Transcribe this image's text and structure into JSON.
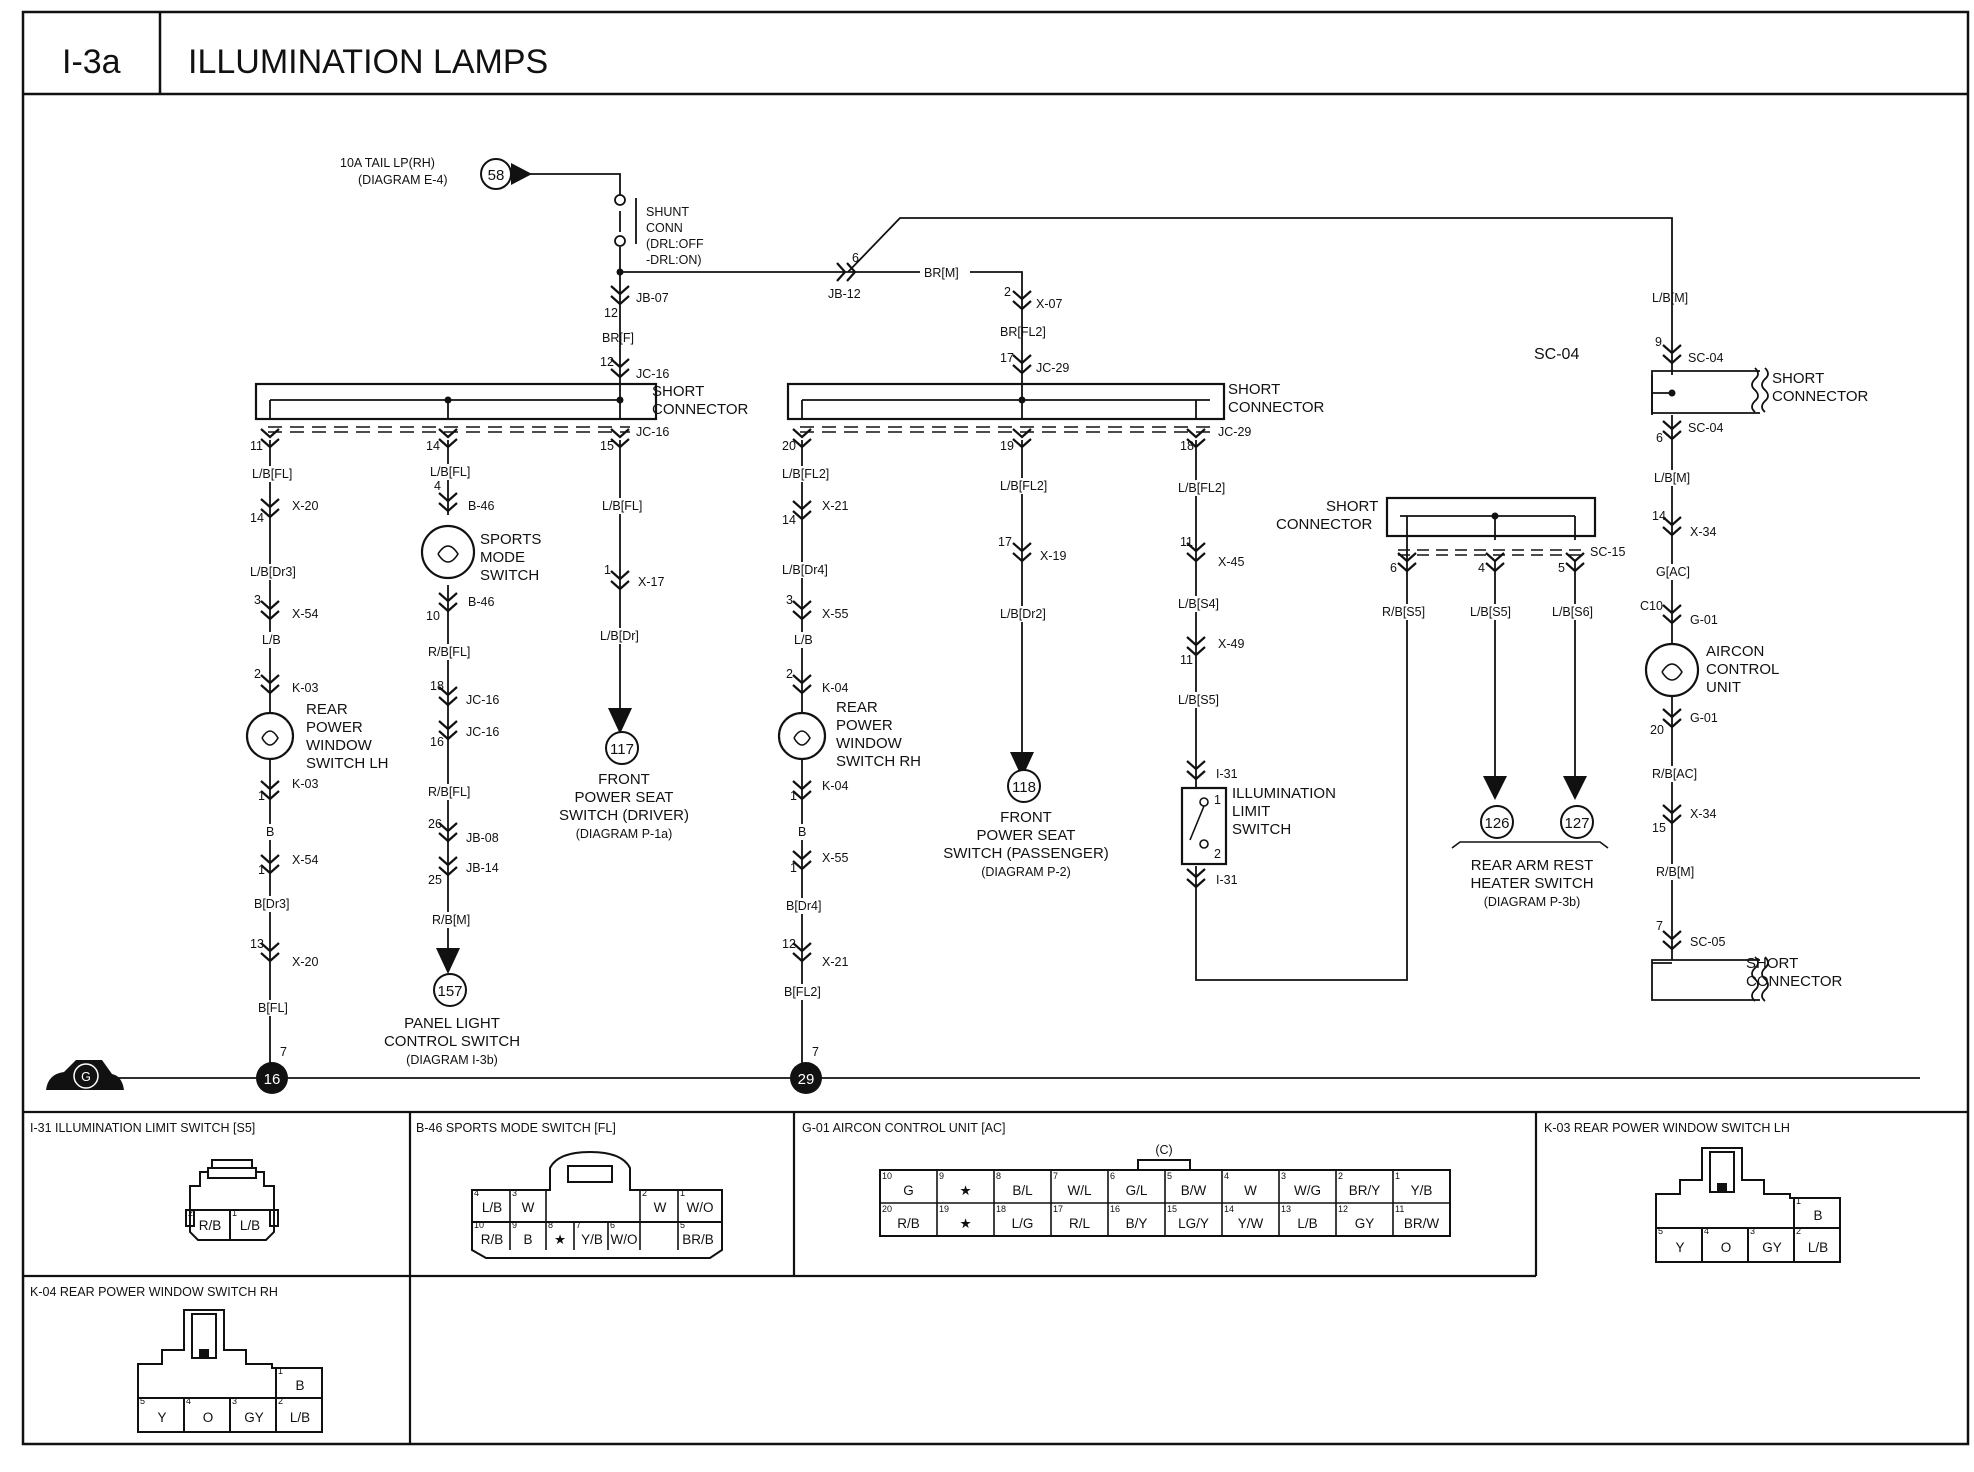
{
  "header": {
    "code": "I-3a",
    "title": "ILLUMINATION LAMPS"
  },
  "fuse": {
    "line1": "10A TAIL LP(RH)",
    "line2": "(DIAGRAM E-4)",
    "ref": "58"
  },
  "shunt": [
    "SHUNT",
    "CONN",
    "(DRL:OFF",
    "-DRL:ON)"
  ],
  "ground": {
    "label": "G"
  },
  "short_connector_label": "SHORT",
  "short_connector_label2": "CONNECTOR",
  "wires": {
    "jb07": "JB-07",
    "jb07_pin": "12",
    "brf": "BR[F]",
    "jc16": "JC-16",
    "jc16_pin": "12",
    "jb12": "JB-12",
    "jb12_pin": "6",
    "brm": "BR[M]",
    "x07": "X-07",
    "x07_pin": "2",
    "brfl2": "BR[FL2]",
    "jc29": "JC-29",
    "jc29_pin": "17",
    "lbm": "L/B[M]",
    "sc04": "SC-04",
    "sc04_pin_top": "9",
    "sc04_pin_bot": "6"
  },
  "col1": {
    "pin_top": "11",
    "w1": "L/B[FL]",
    "x20": "X-20",
    "x20_pin": "14",
    "w2": "L/B[Dr3]",
    "x54": "X-54",
    "x54_pin": "3",
    "w3": "L/B",
    "k03": "K-03",
    "k03_pin_top": "2",
    "device": [
      "REAR",
      "POWER",
      "WINDOW",
      "SWITCH LH"
    ],
    "k03_pin_bot": "1",
    "w4": "B",
    "x54b_pin": "1",
    "w5": "B[Dr3]",
    "x20b_pin": "13",
    "w6": "B[FL]",
    "ground_pin": "7",
    "ground_ref": "16"
  },
  "col2": {
    "pin_top": "14",
    "w1": "L/B[FL]",
    "b46": "B-46",
    "b46_pin_top": "4",
    "device": [
      "SPORTS",
      "MODE",
      "SWITCH"
    ],
    "b46_pin_bot": "10",
    "w2": "R/B[FL]",
    "jc16a": "JC-16",
    "jc16a_pin": "18",
    "jc16b": "JC-16",
    "jc16b_pin": "16",
    "w3": "R/B[FL]",
    "jb08": "JB-08",
    "jb08_pin": "26",
    "jb14": "JB-14",
    "jb14_pin": "25",
    "w4": "R/B[M]",
    "ref": "157",
    "dest": [
      "PANEL LIGHT",
      "CONTROL SWITCH",
      "(DIAGRAM I-3b)"
    ]
  },
  "col3": {
    "pin_top": "15",
    "jc16c": "JC-16",
    "w1": "L/B[FL]",
    "x17": "X-17",
    "x17_pin": "1",
    "w2": "L/B[Dr]",
    "ref": "117",
    "dest": [
      "FRONT",
      "POWER SEAT",
      "SWITCH (DRIVER)",
      "(DIAGRAM P-1a)"
    ]
  },
  "col4": {
    "pin_top": "20",
    "w1": "L/B[FL2]",
    "x21": "X-21",
    "x21_pin": "14",
    "w2": "L/B[Dr4]",
    "x55": "X-55",
    "x55_pin": "3",
    "w3": "L/B",
    "k04": "K-04",
    "k04_pin_top": "2",
    "device": [
      "REAR",
      "POWER",
      "WINDOW",
      "SWITCH RH"
    ],
    "k04_pin_bot": "1",
    "w4": "B",
    "x55b_pin": "1",
    "w5": "B[Dr4]",
    "x21b_pin": "12",
    "w6": "B[FL2]",
    "ground_pin": "7",
    "ground_ref": "29"
  },
  "col5": {
    "pin_top": "19",
    "w1": "L/B[FL2]",
    "x19": "X-19",
    "x19_pin": "17",
    "w2": "L/B[Dr2]",
    "ref": "118",
    "dest": [
      "FRONT",
      "POWER SEAT",
      "SWITCH (PASSENGER)",
      "(DIAGRAM P-2)"
    ]
  },
  "col6": {
    "pin_top": "18",
    "jc29b": "JC-29",
    "w1": "L/B[FL2]",
    "x45": "X-45",
    "x45_pin": "11",
    "w2": "L/B[S4]",
    "x49": "X-49",
    "x49_pin": "11",
    "w3": "L/B[S5]",
    "i31": "I-31",
    "i31b": "I-31",
    "pin1": "1",
    "pin2": "2",
    "device": [
      "ILLUMINATION",
      "LIMIT",
      "SWITCH"
    ]
  },
  "heater": {
    "sc15": "SC-15",
    "pin6": "6",
    "pin4": "4",
    "pin5": "5",
    "w6": "R/B[S5]",
    "w4": "L/B[S5]",
    "w5": "L/B[S6]",
    "ref1": "126",
    "ref2": "127",
    "dest": [
      "REAR ARM REST",
      "HEATER SWITCH",
      "(DIAGRAM P-3b)"
    ]
  },
  "col8": {
    "w1": "L/B[M]",
    "x34": "X-34",
    "x34_pin": "14",
    "w2": "G[AC]",
    "g01": "G-01",
    "g01_pin": "C10",
    "device": [
      "AIRCON",
      "CONTROL",
      "UNIT"
    ],
    "g01b": "G-01",
    "g01b_pin": "20",
    "w3": "R/B[AC]",
    "x34b": "X-34",
    "x34b_pin": "15",
    "w4": "R/B[M]",
    "sc05": "SC-05",
    "sc05_pin": "7"
  },
  "connectors": {
    "i31": {
      "title": "I-31 ILLUMINATION LIMIT SWITCH [S5]",
      "pins": [
        {
          "n": "2",
          "v": "R/B"
        },
        {
          "n": "1",
          "v": "L/B"
        }
      ]
    },
    "b46": {
      "title": "B-46 SPORTS MODE SWITCH [FL]",
      "row1": [
        {
          "n": "4",
          "v": "L/B"
        },
        {
          "n": "3",
          "v": "W"
        },
        {
          "n": "2",
          "v": "W"
        },
        {
          "n": "1",
          "v": "W/O"
        }
      ],
      "row2": [
        {
          "n": "10",
          "v": "R/B"
        },
        {
          "n": "9",
          "v": "B"
        },
        {
          "n": "8",
          "v": "★"
        },
        {
          "n": "7",
          "v": "Y/B"
        },
        {
          "n": "6",
          "v": "W/O"
        },
        {
          "n": "5",
          "v": "BR/B"
        }
      ]
    },
    "g01": {
      "title": "G-01 AIRCON CONTROL UNIT [AC]",
      "key": "(C)",
      "row1": [
        {
          "n": "10",
          "v": "G"
        },
        {
          "n": "9",
          "v": "★"
        },
        {
          "n": "8",
          "v": "B/L"
        },
        {
          "n": "7",
          "v": "W/L"
        },
        {
          "n": "6",
          "v": "G/L"
        },
        {
          "n": "5",
          "v": "B/W"
        },
        {
          "n": "4",
          "v": "W"
        },
        {
          "n": "3",
          "v": "W/G"
        },
        {
          "n": "2",
          "v": "BR/Y"
        },
        {
          "n": "1",
          "v": "Y/B"
        }
      ],
      "row2": [
        {
          "n": "20",
          "v": "R/B"
        },
        {
          "n": "19",
          "v": "★"
        },
        {
          "n": "18",
          "v": "L/G"
        },
        {
          "n": "17",
          "v": "R/L"
        },
        {
          "n": "16",
          "v": "B/Y"
        },
        {
          "n": "15",
          "v": "LG/Y"
        },
        {
          "n": "14",
          "v": "Y/W"
        },
        {
          "n": "13",
          "v": "L/B"
        },
        {
          "n": "12",
          "v": "GY"
        },
        {
          "n": "11",
          "v": "BR/W"
        }
      ]
    },
    "k03": {
      "title": "K-03 REAR POWER WINDOW SWITCH LH",
      "top": {
        "n": "1",
        "v": "B"
      },
      "row": [
        {
          "n": "5",
          "v": "Y"
        },
        {
          "n": "4",
          "v": "O"
        },
        {
          "n": "3",
          "v": "GY"
        },
        {
          "n": "2",
          "v": "L/B"
        }
      ]
    },
    "k04": {
      "title": "K-04 REAR POWER WINDOW SWITCH RH",
      "top": {
        "n": "1",
        "v": "B"
      },
      "row": [
        {
          "n": "5",
          "v": "Y"
        },
        {
          "n": "4",
          "v": "O"
        },
        {
          "n": "3",
          "v": "GY"
        },
        {
          "n": "2",
          "v": "L/B"
        }
      ]
    }
  }
}
